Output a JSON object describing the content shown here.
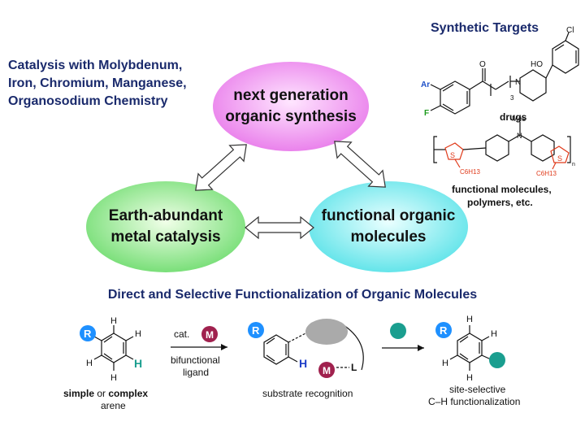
{
  "top_left_heading": [
    "Catalysis with Molybdenum,",
    "Iron, Chromium, Manganese,",
    "Organosodium Chemistry"
  ],
  "synthetic_targets_heading": "Synthetic Targets",
  "bubbles": {
    "top": [
      "next generation",
      "organic synthesis"
    ],
    "left": [
      "Earth-abundant",
      "metal catalysis"
    ],
    "right": [
      "functional organic",
      "molecules"
    ]
  },
  "targets": {
    "drugs_label": "drugs",
    "functional_label": [
      "functional molecules,",
      "polymers, etc."
    ],
    "atom_labels": {
      "ho": "HO",
      "cl": "Cl",
      "o": "O",
      "n": "N",
      "ar": "Ar",
      "f": "F",
      "sub3": "3",
      "mes": "Mes",
      "n2": "N",
      "s": "S",
      "c6h13": "C6H13",
      "subn": "n"
    }
  },
  "bottom": {
    "title": "Direct and Selective Functionalization of Organic Molecules",
    "reagent_top": "cat.",
    "reagent_metal": "M",
    "reagent_bottom": [
      "bifunctional",
      "ligand"
    ],
    "arene_caption_simple": "simple",
    "arene_caption_or": " or ",
    "arene_caption_complex": "complex",
    "arene_caption_line2": "arene",
    "recognition_caption": "substrate recognition",
    "product_caption": [
      "site-selective",
      "C–H functionalization"
    ],
    "atoms": {
      "r": "R",
      "h": "H",
      "m": "M",
      "l": "L"
    }
  },
  "colors": {
    "navy": "#1a2a6c",
    "pink": "#ee7ef0",
    "green": "#7fe07f",
    "cyan": "#6fe6ea",
    "r_blue": "#1e90ff",
    "metal": "#a0214e",
    "teal": "#1a9e8f",
    "thiophene": "#e03a1a"
  }
}
